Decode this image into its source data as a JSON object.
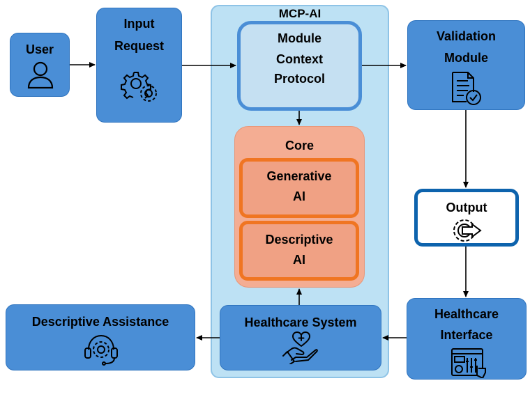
{
  "diagram": {
    "container": {
      "title": "MCP-AI",
      "fill": "#bde1f4"
    },
    "nodes": {
      "user": {
        "label": "User",
        "icon": "user-icon"
      },
      "input_request": {
        "label_line1": "Input",
        "label_line2": "Request",
        "icon": "gears-icon"
      },
      "mcp": {
        "line1": "Module",
        "line2": "Context",
        "line3": "Protocol"
      },
      "core": {
        "title": "Core",
        "fill": "#f4ad93"
      },
      "generative": {
        "line1": "Generative",
        "line2": "AI"
      },
      "descriptive_ai": {
        "line1": "Descriptive",
        "line2": "AI"
      },
      "healthcare_system": {
        "label": "Healthcare System",
        "icon": "heart-hand-icon"
      },
      "validation": {
        "line1": "Validation",
        "line2": "Module",
        "icon": "document-check-icon"
      },
      "output": {
        "label": "Output",
        "icon": "output-gear-arrow-icon"
      },
      "healthcare_interface": {
        "line1": "Healthcare",
        "line2": "Interface",
        "icon": "dashboard-touch-icon"
      },
      "descriptive_assistance": {
        "label": "Descriptive Assistance",
        "icon": "headset-gear-icon"
      }
    },
    "colors": {
      "node_fill": "#4a8ed6",
      "border_dark": "#0d63ad",
      "accent_orange": "#f07522",
      "inner_orange": "#f0a184",
      "inner_blue": "#c5e0f2"
    }
  }
}
